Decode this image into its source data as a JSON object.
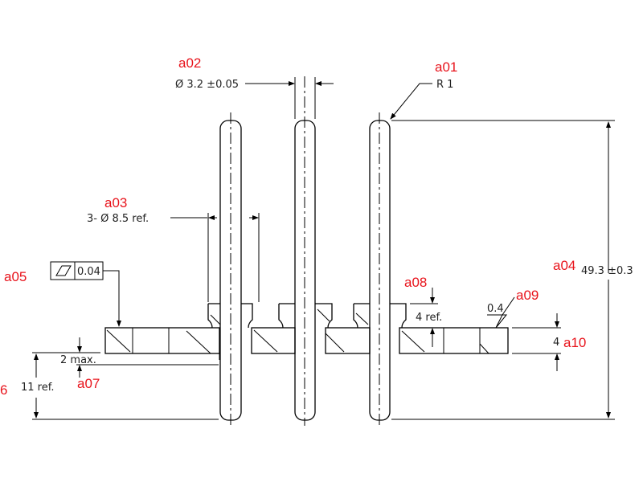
{
  "tags": {
    "a01": "a01",
    "a02": "a02",
    "a03": "a03",
    "a04": "a04",
    "a05": "a05",
    "a06": "6",
    "a07": "a07",
    "a08": "a08",
    "a09": "a09",
    "a10": "a10"
  },
  "dimensions": {
    "pin_diameter": "Ø 3.2 ±0.05",
    "radius": "R 1",
    "bushing_diameter": "3- Ø 8.5 ref.",
    "flatness_tolerance": "0.04",
    "overall_height": "49.3 ±0.3",
    "bushing_height": "4 ref.",
    "surface_roughness": "0.4",
    "plate_thickness": "4",
    "gap": "2 max.",
    "bottom_height": "11 ref."
  },
  "colors": {
    "tag": "#e8141c",
    "line": "#000000"
  }
}
